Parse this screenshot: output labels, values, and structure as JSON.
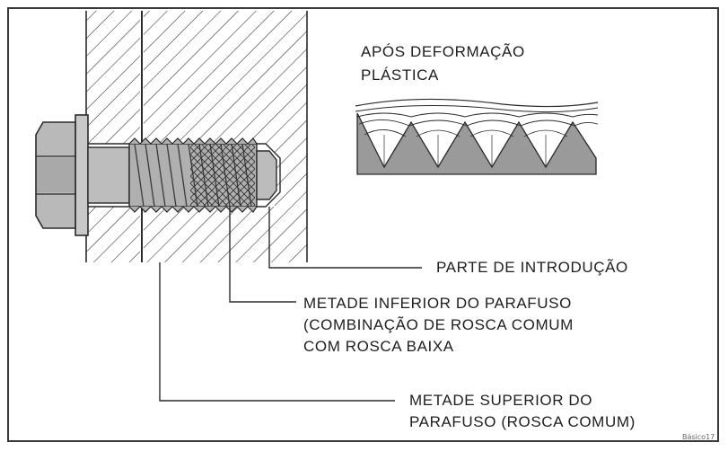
{
  "inset_title": {
    "line1": "APÓS DEFORMAÇÃO",
    "line2": "PLÁSTICA"
  },
  "labels": {
    "intro": "PARTE DE INTRODUÇÃO",
    "lower_line1": "METADE INFERIOR DO PARAFUSO",
    "lower_line2": "(COMBINAÇÃO DE ROSCA COMUM",
    "lower_line3": "COM ROSCA BAIXA",
    "upper_line1": "METADE SUPERIOR DO",
    "upper_line2": "PARAFUSO (ROSCA COMUM)"
  },
  "watermark": "Básico17",
  "colors": {
    "line": "#2a2a2a",
    "bolt_fill": "#b9b9b9",
    "bolt_dark": "#8d8d8d",
    "inset_fill": "#9a9a9a"
  }
}
